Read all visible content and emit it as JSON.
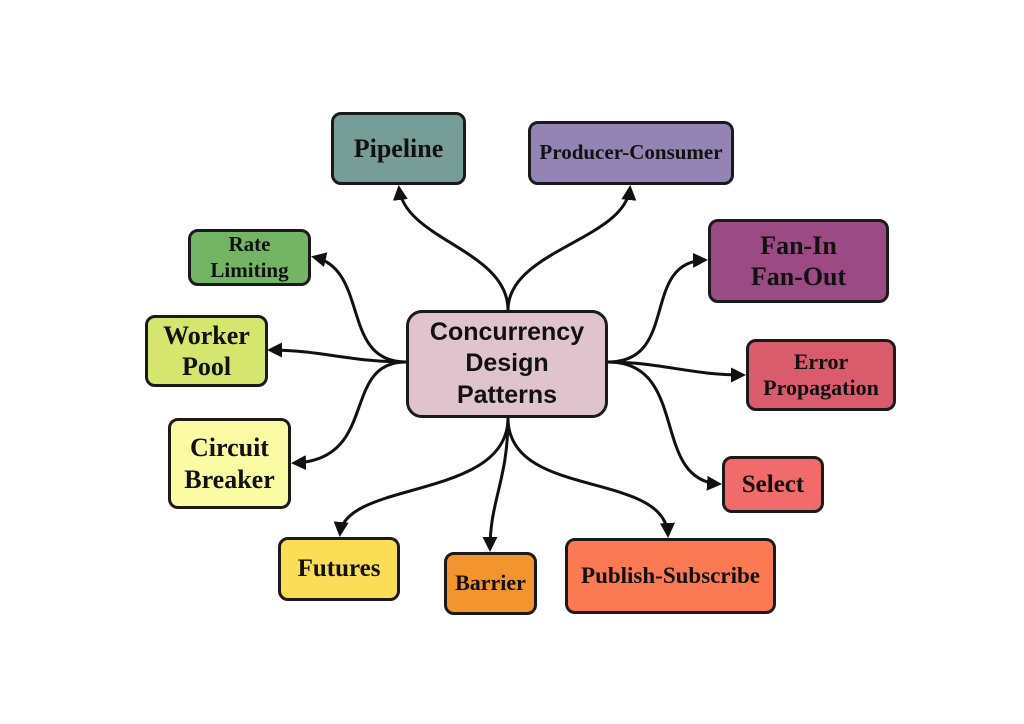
{
  "diagram": {
    "center": {
      "label": "Concurrency\nDesign\nPatterns",
      "fill": "#dfc3cd"
    },
    "nodes": [
      {
        "id": "pipeline",
        "label": "Pipeline",
        "fill": "#779e96"
      },
      {
        "id": "prodcons",
        "label": "Producer-Consumer",
        "fill": "#9384b6"
      },
      {
        "id": "ratelim",
        "label": "Rate\nLimiting",
        "fill": "#74b565"
      },
      {
        "id": "fanin",
        "label": "Fan-In\nFan-Out",
        "fill": "#9c4a84"
      },
      {
        "id": "worker",
        "label": "Worker\nPool",
        "fill": "#d6e56e"
      },
      {
        "id": "errprop",
        "label": "Error\nPropagation",
        "fill": "#da5c6c"
      },
      {
        "id": "circuit",
        "label": "Circuit\nBreaker",
        "fill": "#fbfba3"
      },
      {
        "id": "select",
        "label": "Select",
        "fill": "#f26b6b"
      },
      {
        "id": "futures",
        "label": "Futures",
        "fill": "#fcdd56"
      },
      {
        "id": "barrier",
        "label": "Barrier",
        "fill": "#f4942f"
      },
      {
        "id": "pubsub",
        "label": "Publish-Subscribe",
        "fill": "#fb7a53"
      }
    ],
    "edge_color": "#111111"
  }
}
